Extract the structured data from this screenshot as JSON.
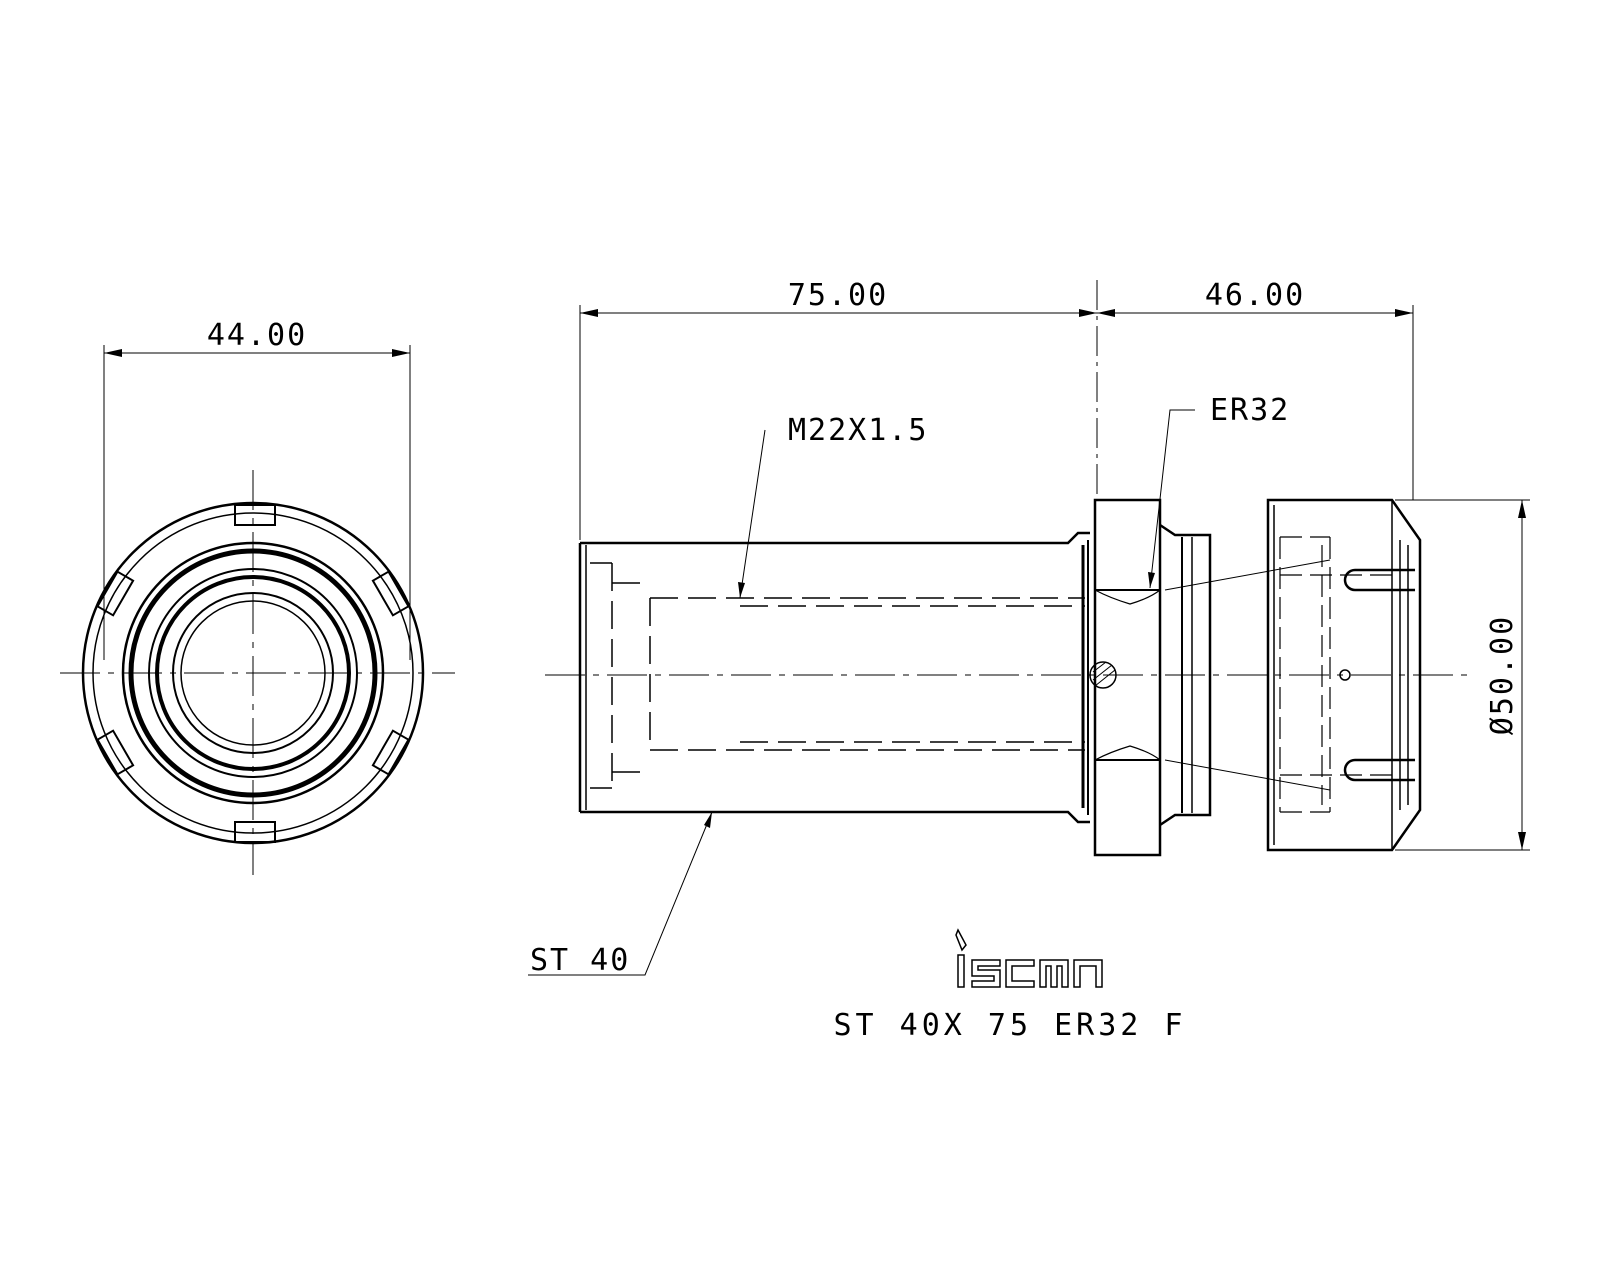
{
  "dimensions": {
    "front_width": "44.00",
    "body_length": "75.00",
    "nut_length": "46.00",
    "diameter": "Ø50.00"
  },
  "callouts": {
    "thread": "M22X1.5",
    "collet": "ER32",
    "shank": "ST 40"
  },
  "logo_text": "iscar",
  "part_number": "ST 40X 75 ER32 F",
  "colors": {
    "line": "#000000",
    "background": "#ffffff"
  }
}
